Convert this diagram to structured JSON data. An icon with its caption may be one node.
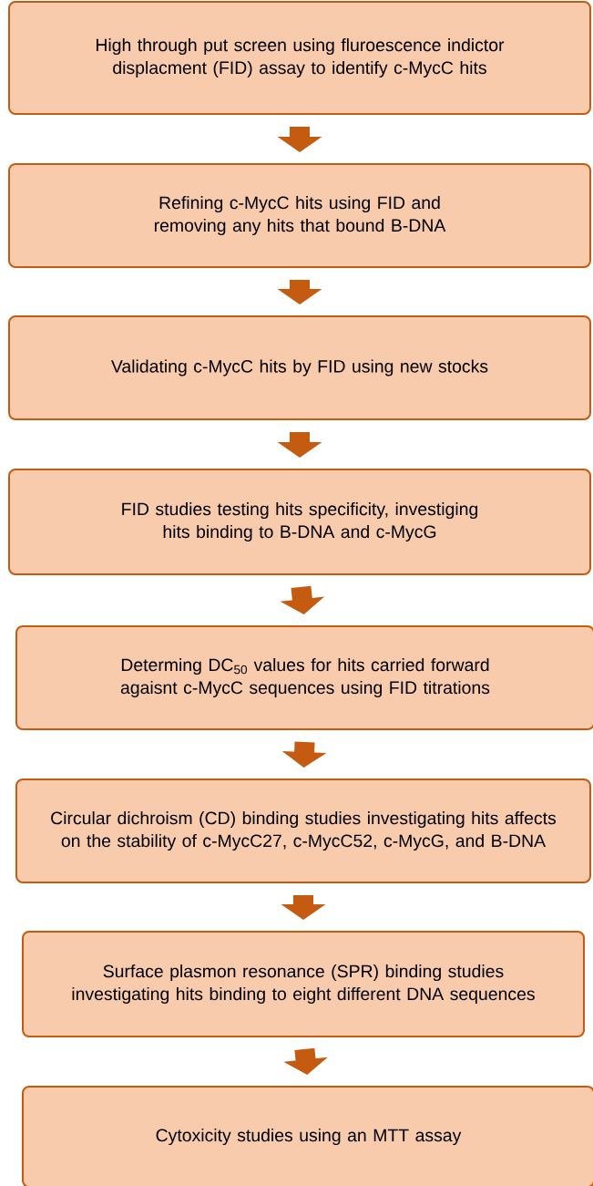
{
  "diagram": {
    "nodes": [
      {
        "text": [
          "High through put screen using fluroescence indictor displacment (FID) assay to identify c-MycC hits"
        ]
      },
      {
        "text": [
          "Refining c-MycC hits using FID and removing any hits that bound B-DNA"
        ]
      },
      {
        "text": [
          "Validating c-MycC hits by FID using new stocks"
        ]
      },
      {
        "text": [
          "FID studies testing hits specificity, investiging hits binding to B-DNA and c-MycG"
        ]
      },
      {
        "text": [
          "Determing DC$_{50}$ values for hits carried forward agaisnt c-MycC sequences using FID titrations"
        ]
      },
      {
        "text": [
          "Circular dichroism (CD) binding studies investigating hits affects on the stability of c-MycC27, c-MycC52, c-MycG, and B-DNA"
        ]
      },
      {
        "text": [
          "Surface plasmon resonance (SPR) binding studies investigating hits binding to eight different DNA sequences"
        ]
      },
      {
        "text": [
          "Cytoxicity studies using an MTT assay"
        ]
      }
    ],
    "edges": [
      {
        "from": 0,
        "to": 1,
        "arrow": "to"
      },
      {
        "from": 1,
        "to": 2,
        "arrow": "to"
      },
      {
        "from": 2,
        "to": 3,
        "arrow": "to"
      },
      {
        "from": 3,
        "to": 4,
        "arrow": "to"
      },
      {
        "from": 4,
        "to": 5,
        "arrow": "to"
      },
      {
        "from": 5,
        "to": 6,
        "arrow": "to"
      },
      {
        "from": 6,
        "to": 7,
        "arrow": "to"
      }
    ]
  }
}
